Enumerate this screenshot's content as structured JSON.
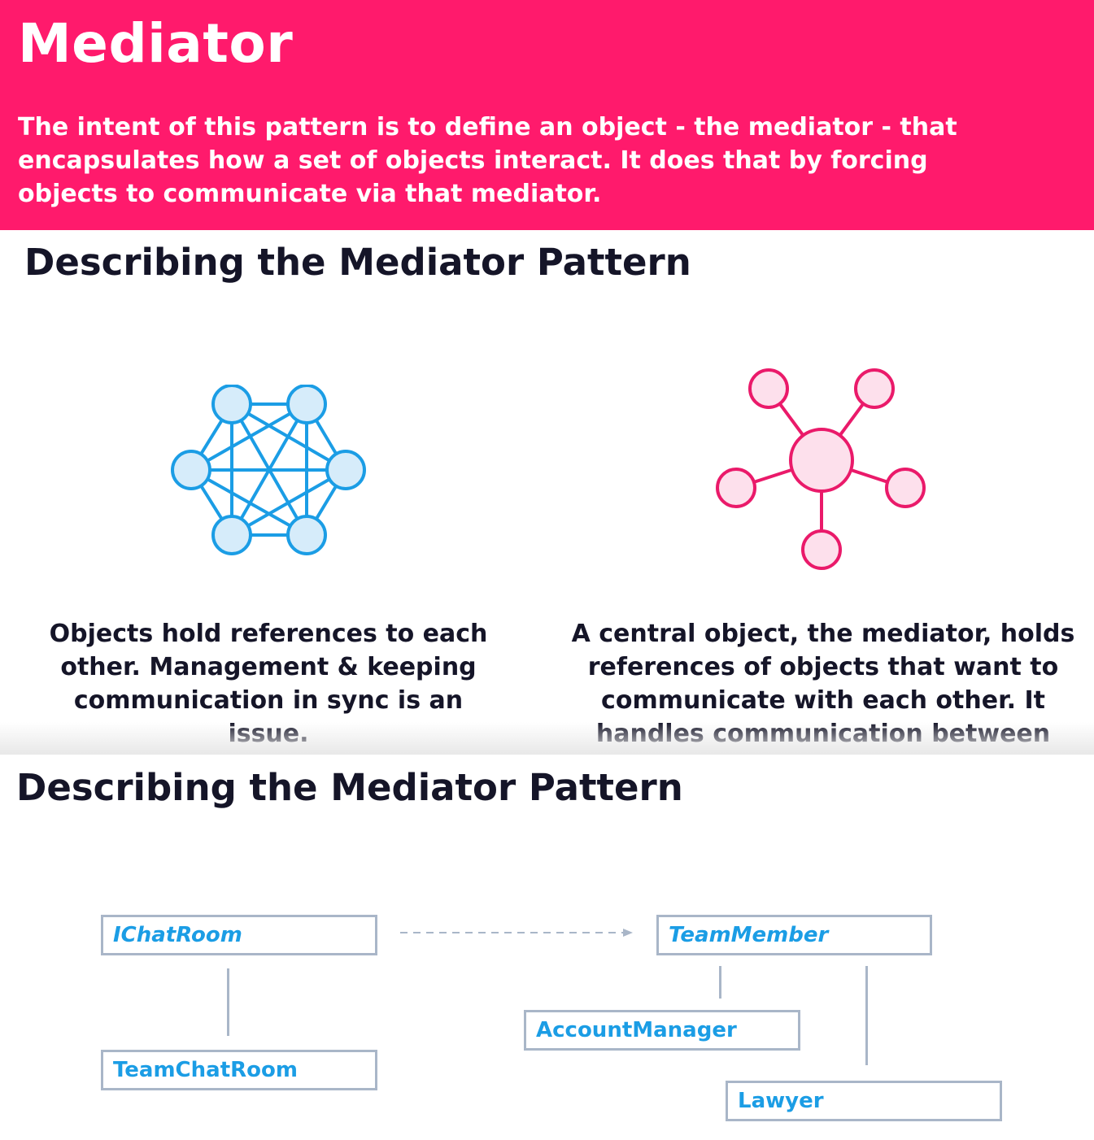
{
  "header": {
    "title": "Mediator",
    "intent": "The intent of this pattern is to define an object - the mediator - that encapsulates how a set of objects interact.  It does that by forcing objects to communicate via that mediator."
  },
  "slide1": {
    "title": "Describing the Mediator Pattern",
    "left_caption": "Objects hold references to each other.  Management & keeping communication in sync is an issue.",
    "right_caption": "A central object, the mediator, holds references of objects that want to communicate with each other.  It handles communication between them.",
    "left_icon": "mesh-network-icon",
    "right_icon": "hub-network-icon",
    "colors": {
      "mesh": "#1b9de5",
      "mesh_fill": "#d6ecfa",
      "hub": "#ea1a6a",
      "hub_fill": "#fde0ec"
    }
  },
  "slide2": {
    "title": "Describing the Mediator Pattern",
    "classes": {
      "ichatroom": "IChatRoom",
      "teamchatroom": "TeamChatRoom",
      "teammember": "TeamMember",
      "accountmanager": "AccountManager",
      "lawyer": "Lawyer"
    },
    "colors": {
      "class_text": "#1b9de5",
      "border": "#a9b6c8"
    }
  }
}
